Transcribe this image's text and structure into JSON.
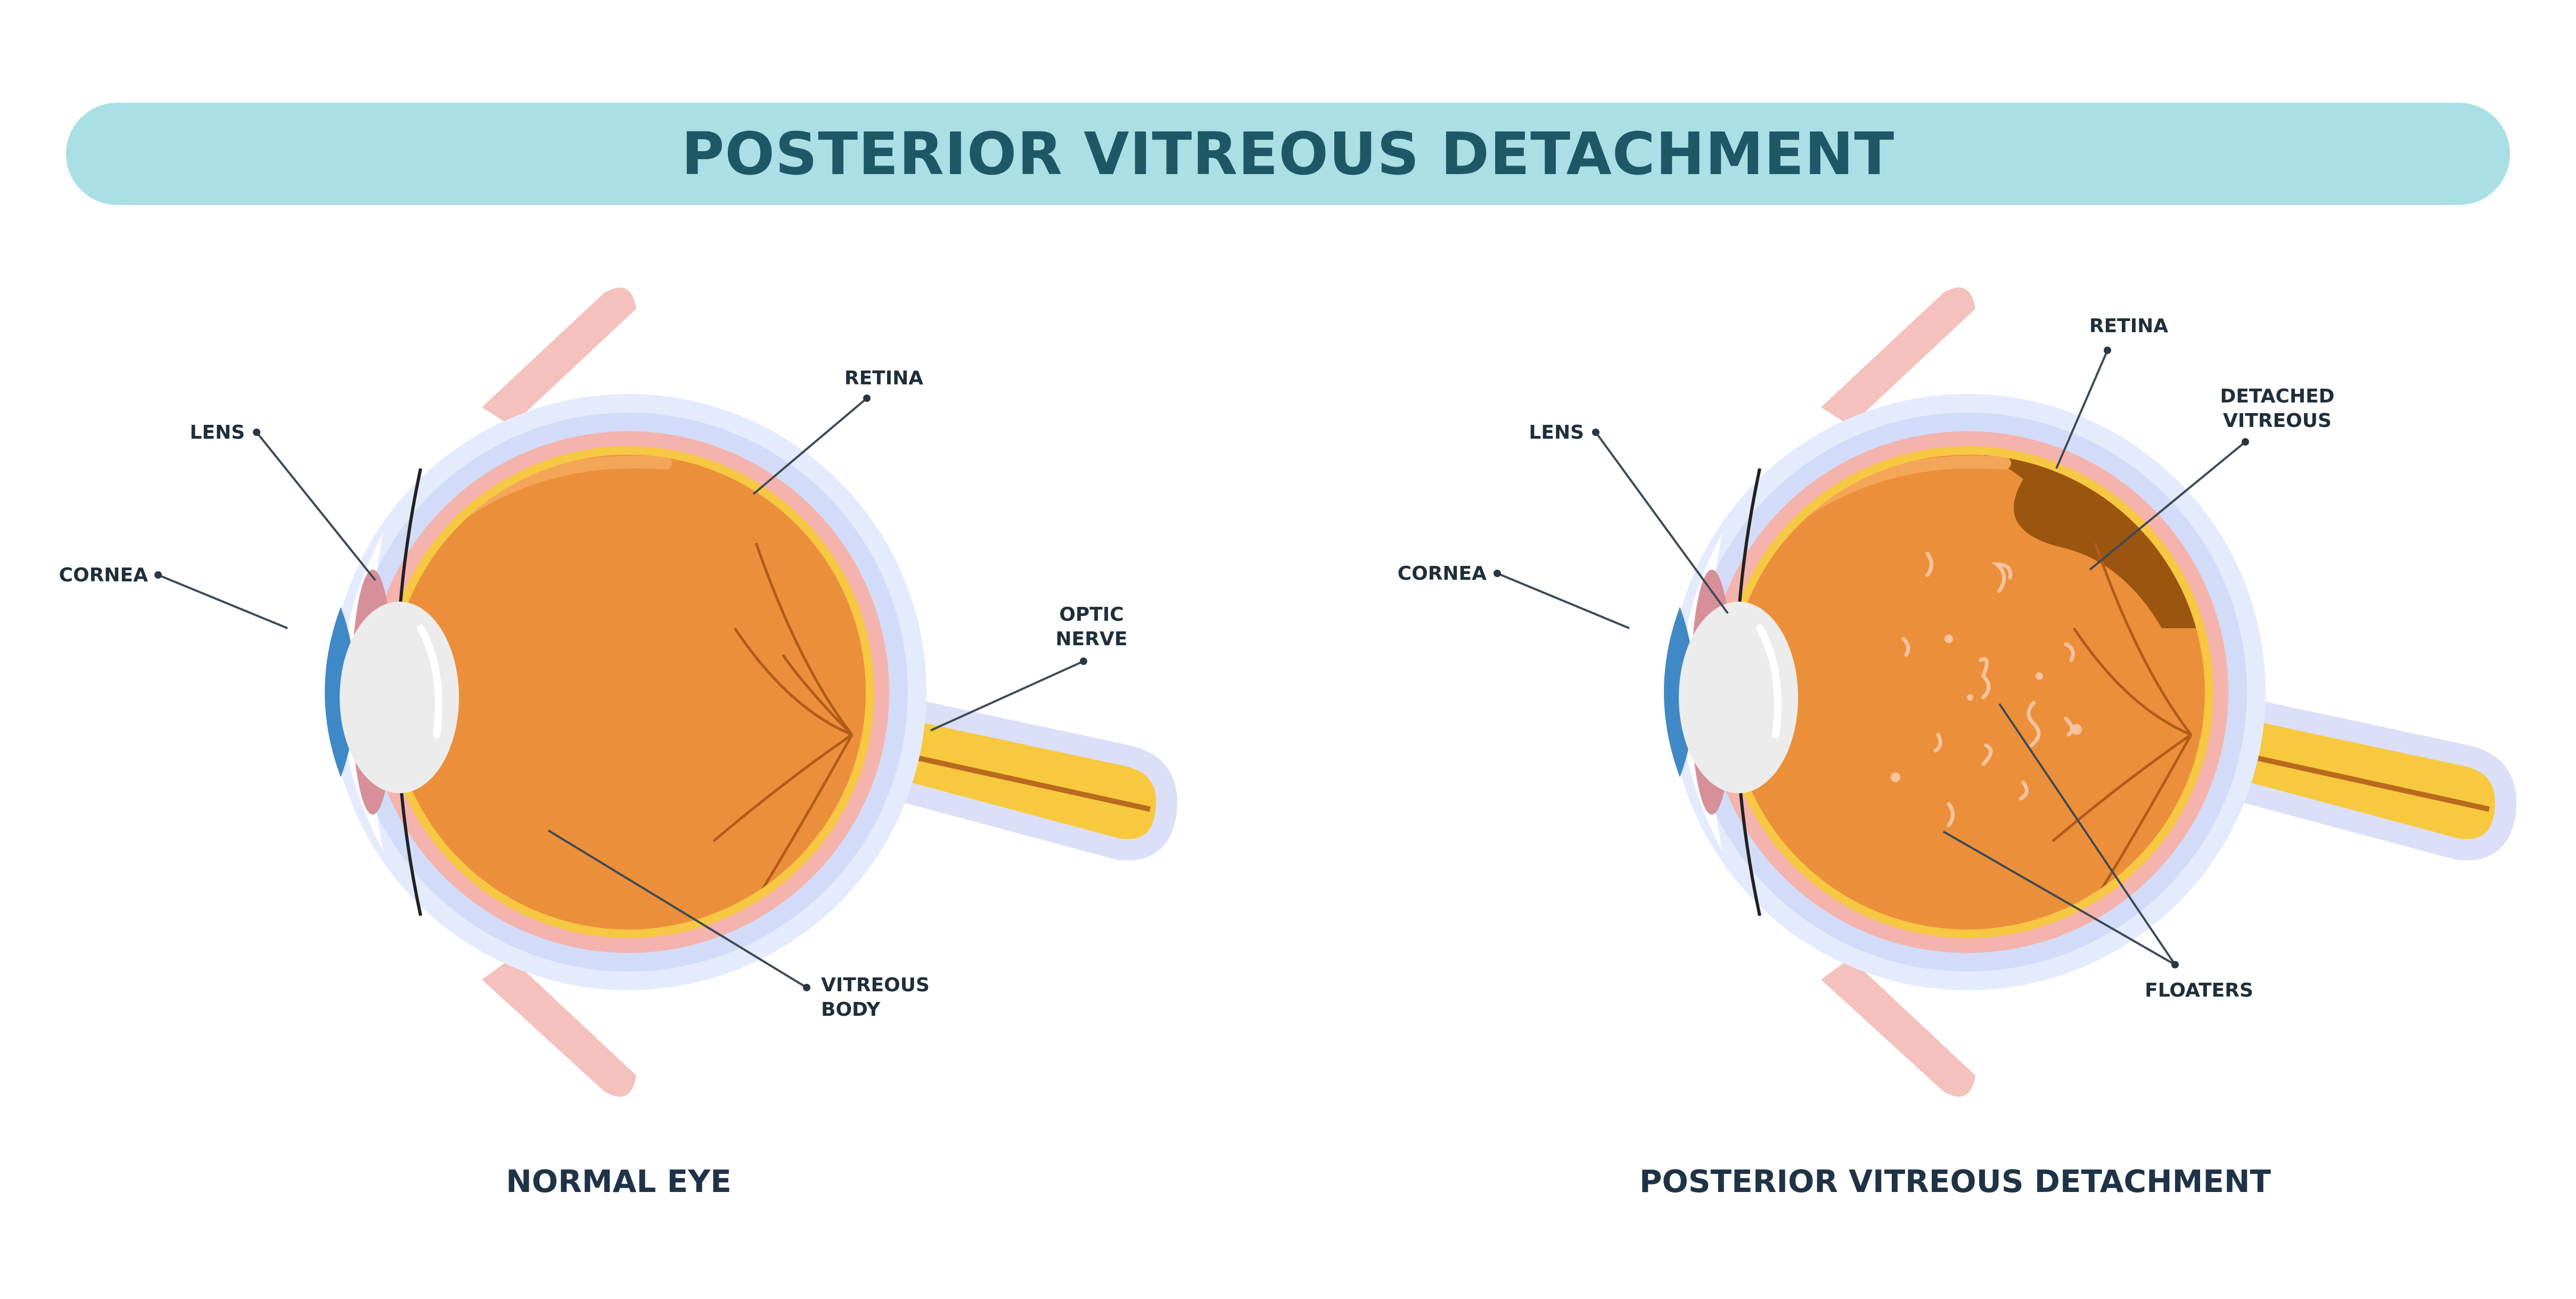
{
  "title": "POSTERIOR VITREOUS DETACHMENT",
  "colors": {
    "title_bar": "#a9dfe5",
    "title_text": "#1e5866",
    "vitreous": "#ec8f3a",
    "sclera_pink": "#f4b3ac",
    "outer_halo": "#dde6fb",
    "retina_yellow": "#f7c843",
    "optic_nerve": "#f8c93f",
    "lens": "#ececec",
    "iris_blue": "#3f8ac6",
    "detached_vitreous": "#9a550e",
    "muscle": "#f4c1bc"
  },
  "panels": {
    "normal": {
      "caption": "NORMAL EYE",
      "labels": {
        "lens": "LENS",
        "cornea": "CORNEA",
        "retina": "RETINA",
        "optic_nerve": "OPTIC\nNERVE",
        "vitreous_body": "VITREOUS\nBODY"
      }
    },
    "pvd": {
      "caption": "POSTERIOR VITREOUS DETACHMENT",
      "labels": {
        "lens": "LENS",
        "cornea": "CORNEA",
        "retina": "RETINA",
        "detached_vitreous": "DETACHED\nVITREOUS",
        "floaters": "FLOATERS"
      }
    }
  }
}
